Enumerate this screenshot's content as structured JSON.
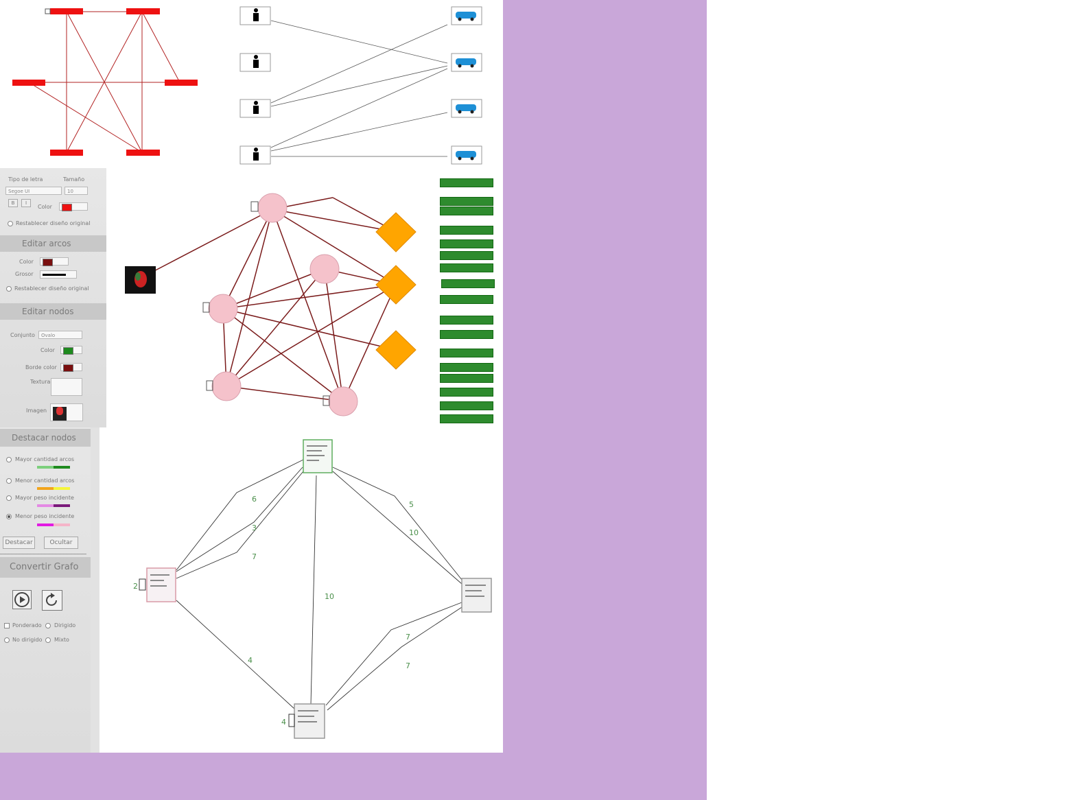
{
  "colors": {
    "background": "#c9a7d9",
    "red_node": "#ee1111",
    "pink_node": "#f5c2cb",
    "orange_node": "#ffa500",
    "green_node": "#2e8b2e",
    "edge_dark_red": "#7a1b1b",
    "edge_label_green": "#4a8f4a"
  },
  "edit_text": {
    "font_type_label": "Tipo de letra",
    "size_label": "Tamaño",
    "font_value": "Segoe UI",
    "size_value": "10",
    "color_label": "Color",
    "restore_label": "Restablecer diseño original"
  },
  "edit_arcs": {
    "title": "Editar arcos",
    "color_label": "Color",
    "thickness_label": "Grosor",
    "restore_label": "Restablecer diseño original"
  },
  "edit_nodes": {
    "title": "Editar nodos",
    "shape_label": "Conjunto",
    "shape_value": "Ovalo",
    "color_label": "Color",
    "border_label": "Borde color",
    "texture_label": "Textura",
    "image_label": "Imagen"
  },
  "highlight_nodes": {
    "title": "Destacar nodos",
    "options": [
      {
        "label": "Mayor cantidad arcos",
        "bar_colors": [
          "#7ccf7c",
          "#1e8a1e"
        ]
      },
      {
        "label": "Menor cantidad arcos",
        "bar_colors": [
          "#f2a51c",
          "#f5f53a"
        ]
      },
      {
        "label": "Mayor peso incidente",
        "bar_colors": [
          "#e48ae4",
          "#7a1a7a"
        ]
      },
      {
        "label": "Menor peso incidente",
        "bar_colors": [
          "#e21ae2",
          "#f5b4c8"
        ]
      }
    ],
    "highlight_button": "Destacar",
    "hide_button": "Ocultar"
  },
  "convert_graph": {
    "title": "Convertir Grafo",
    "weighted_label": "Ponderado",
    "directed_label": "Dirigido",
    "undirected_label": "No dirigido",
    "mixed_label": "Mixto"
  },
  "weighted_graph": {
    "edge_labels": [
      "6",
      "3",
      "7",
      "5",
      "10",
      "10",
      "7",
      "7",
      "4"
    ],
    "node_labels": [
      "2",
      "4"
    ]
  },
  "icons": [
    "play-icon",
    "refresh-icon",
    "person-icon",
    "car-icon",
    "flower-image-icon"
  ]
}
